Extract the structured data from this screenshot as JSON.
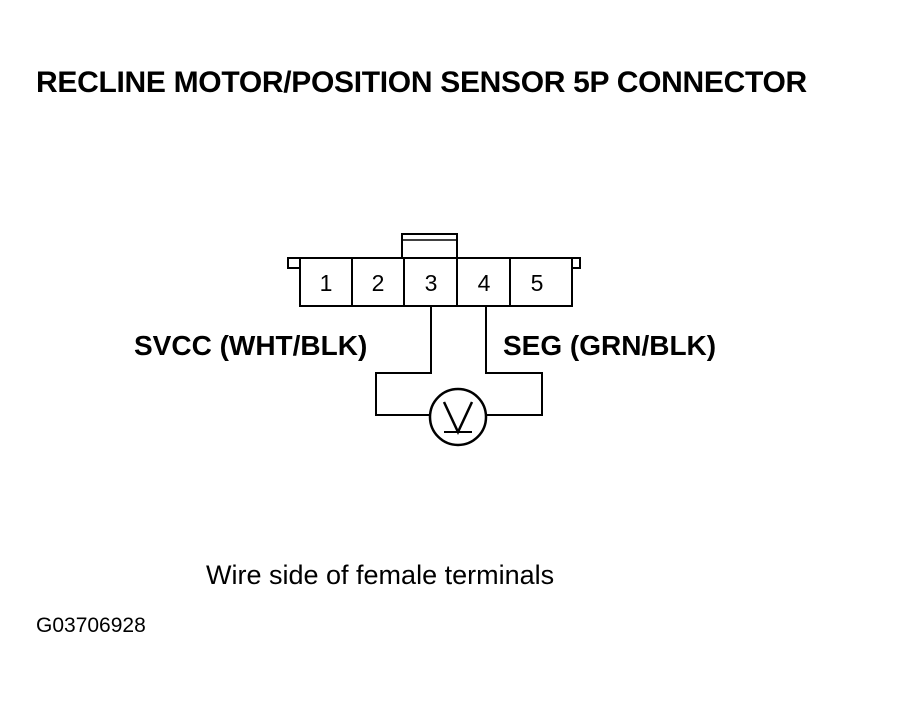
{
  "title": "RECLINE MOTOR/POSITION SENSOR 5P CONNECTOR",
  "connector": {
    "pins": [
      "1",
      "2",
      "3",
      "4",
      "5"
    ]
  },
  "wires": {
    "left_label": "SVCC (WHT/BLK)",
    "right_label": "SEG (GRN/BLK)"
  },
  "meter": {
    "symbol": "V",
    "icon": "voltmeter-icon"
  },
  "caption": "Wire side of female terminals",
  "figure_id": "G03706928"
}
